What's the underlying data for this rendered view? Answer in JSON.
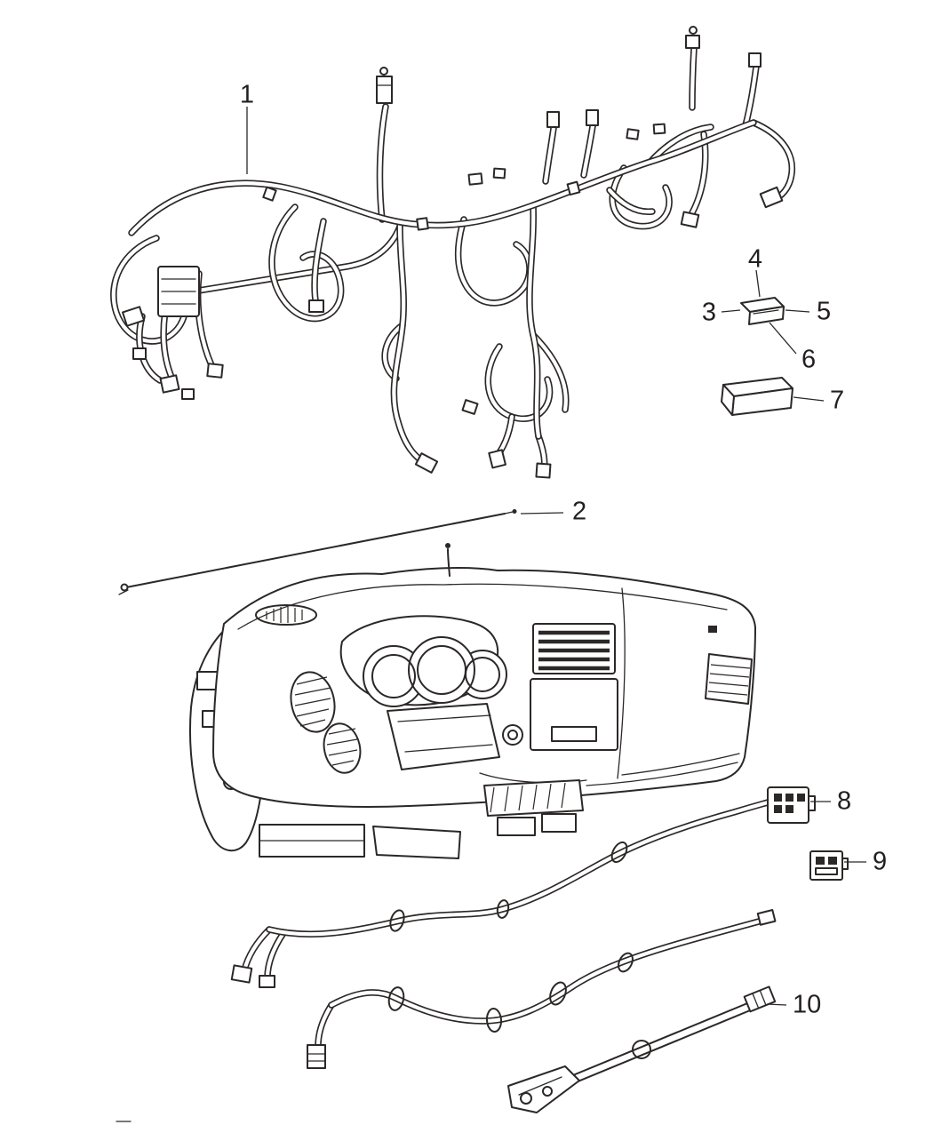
{
  "diagram": {
    "kind": "exploded-parts-line-drawing",
    "colors": {
      "line": "#231f20",
      "background": "#ffffff"
    },
    "callouts": [
      {
        "label": "1"
      },
      {
        "label": "2"
      },
      {
        "label": "3"
      },
      {
        "label": "4"
      },
      {
        "label": "5"
      },
      {
        "label": "6"
      },
      {
        "label": "7"
      },
      {
        "label": "8"
      },
      {
        "label": "9"
      },
      {
        "label": "10"
      }
    ]
  }
}
